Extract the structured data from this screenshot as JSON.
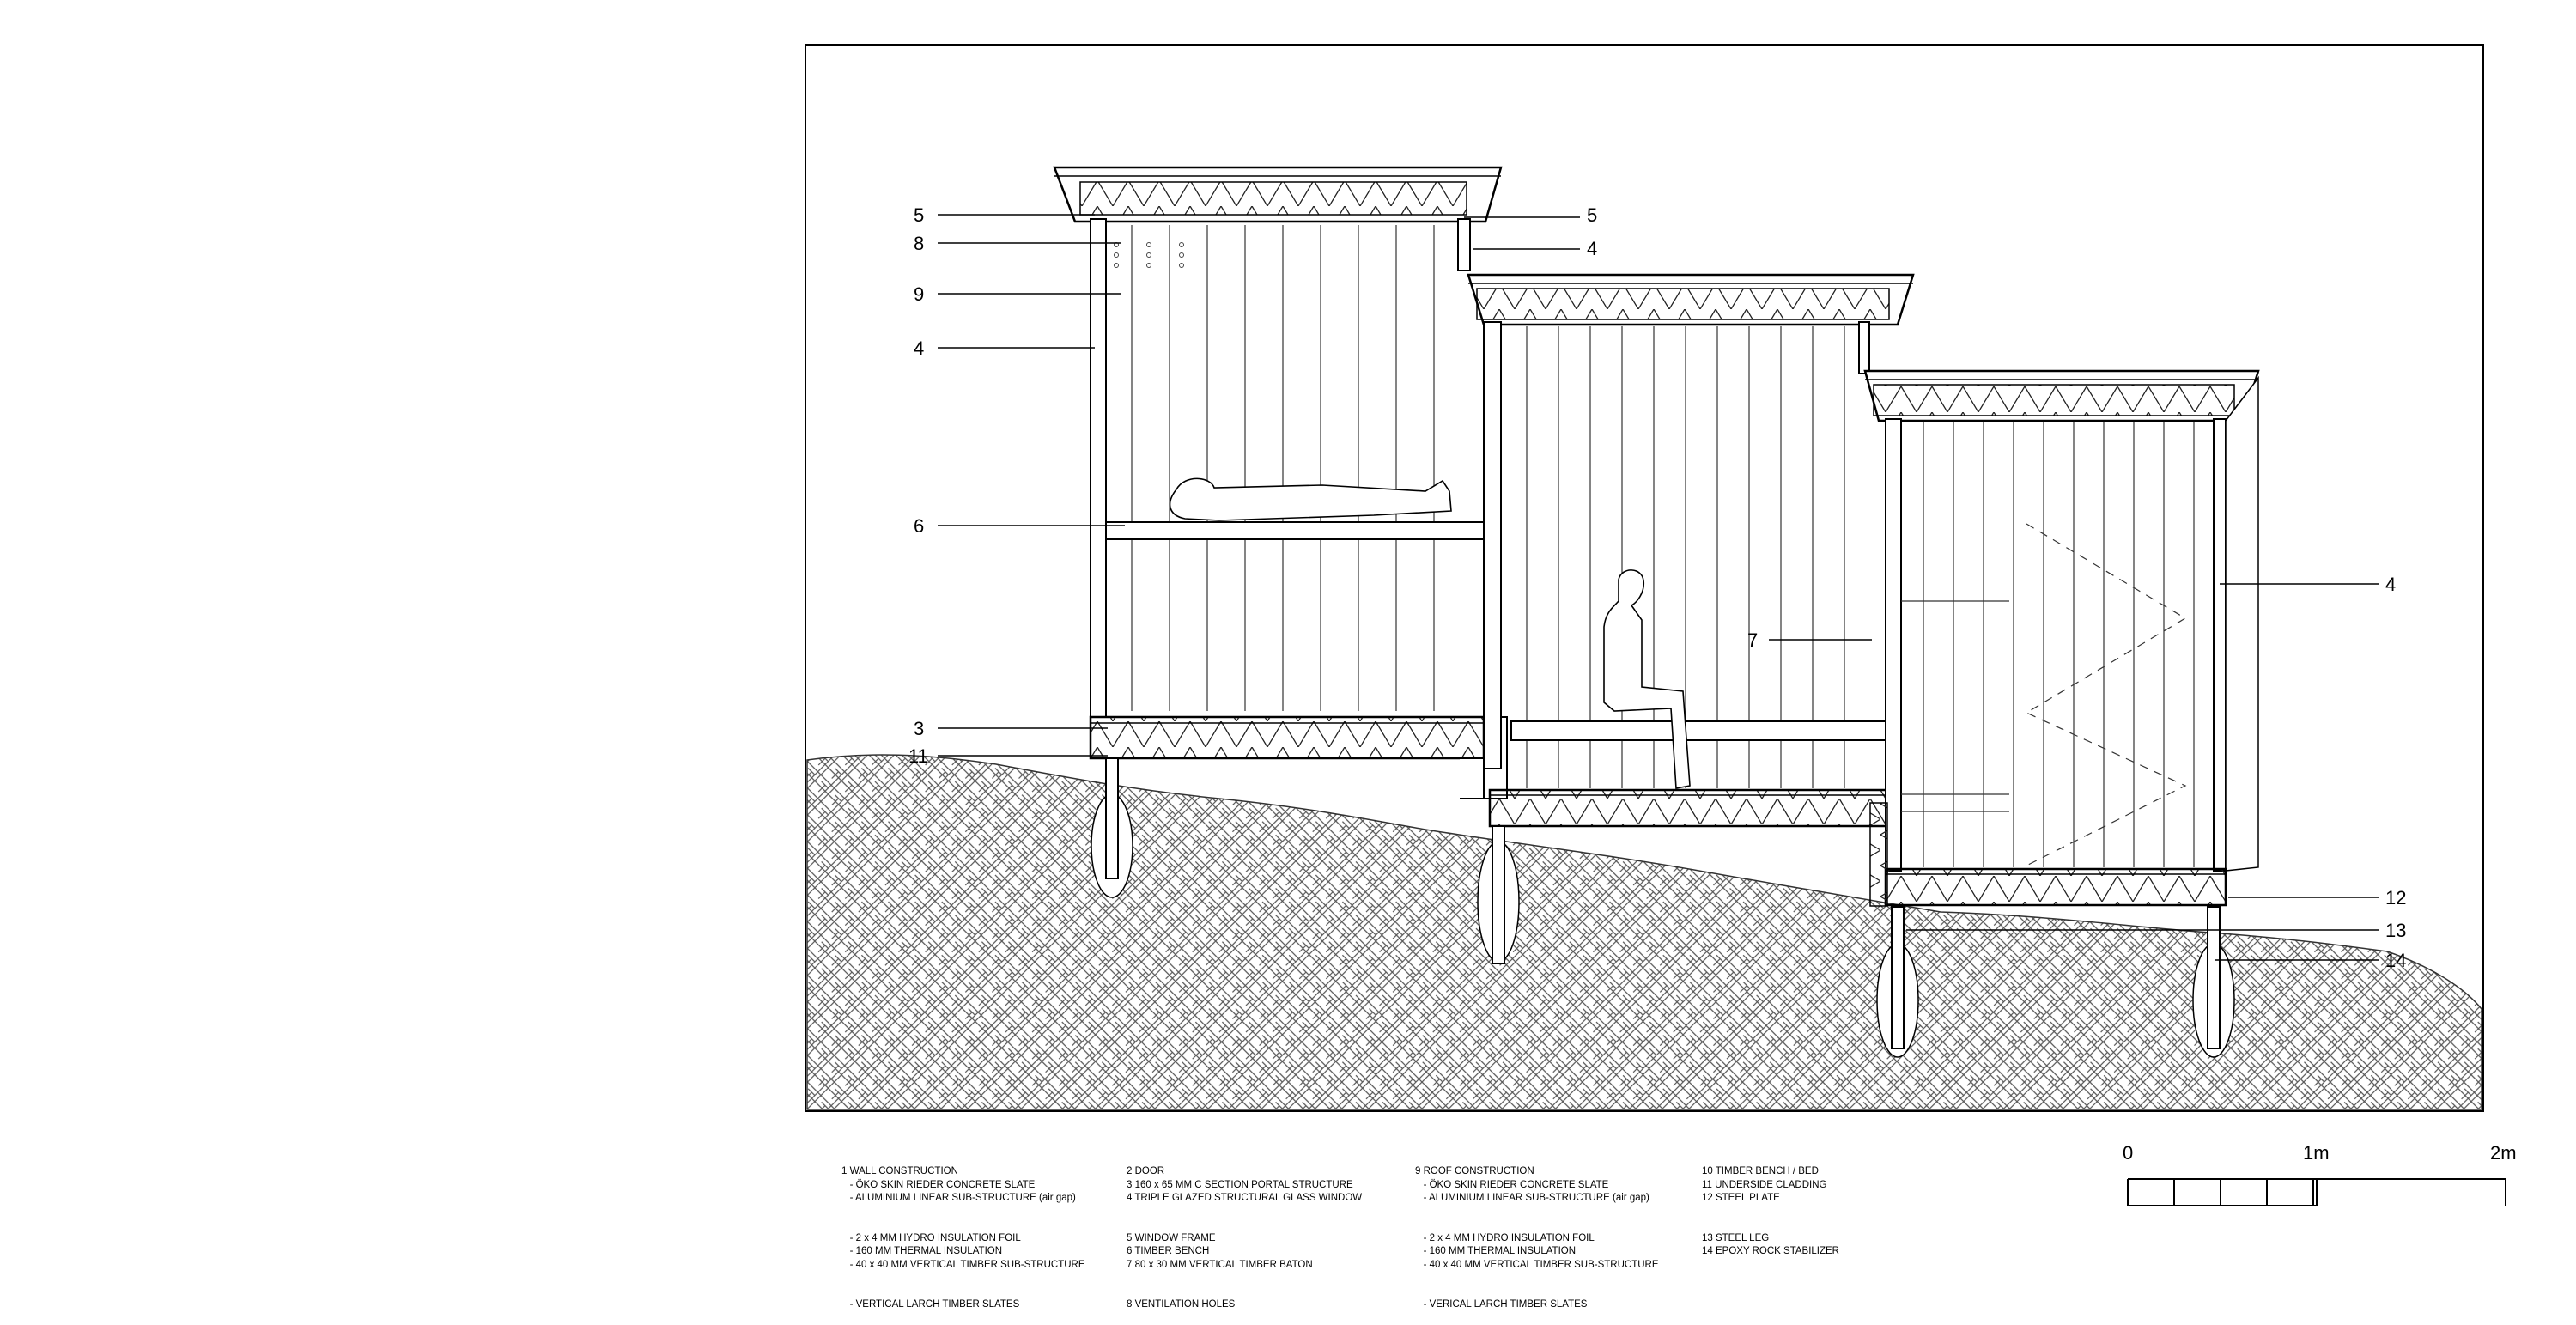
{
  "callouts": {
    "c5a": "5",
    "c8": "8",
    "c9": "9",
    "c4a": "4",
    "c6": "6",
    "c3": "3",
    "c11": "11",
    "c5b": "5",
    "c4b": "4",
    "c7": "7",
    "c4c": "4",
    "c12": "12",
    "c13": "13",
    "c14": "14"
  },
  "legend": {
    "col1": [
      "1 WALL CONSTRUCTION",
      "   - ÖKO SKIN RIEDER CONCRETE SLATE",
      "   - ALUMINIUM LINEAR SUB-STRUCTURE (air gap)",
      "   - 2 x 4 MM HYDRO INSULATION FOIL",
      "   - 160 MM THERMAL INSULATION",
      "   - 40 x 40 MM VERTICAL TIMBER SUB-STRUCTURE",
      "   - VERTICAL LARCH TIMBER SLATES"
    ],
    "col2": [
      "2 DOOR",
      "3 160 x 65 MM C SECTION PORTAL STRUCTURE",
      "4 TRIPLE GLAZED STRUCTURAL GLASS WINDOW",
      "5 WINDOW FRAME",
      "6 TIMBER BENCH",
      "7 80 x 30 MM VERTICAL TIMBER BATON",
      "8 VENTILATION HOLES"
    ],
    "col3": [
      "9 ROOF CONSTRUCTION",
      "   - ÖKO SKIN RIEDER CONCRETE SLATE",
      "   - ALUMINIUM LINEAR SUB-STRUCTURE (air gap)",
      "   - 2 x 4 MM HYDRO INSULATION FOIL",
      "   - 160 MM THERMAL INSULATION",
      "   - 40 x 40 MM VERTICAL TIMBER SUB-STRUCTURE",
      "   - VERICAL LARCH TIMBER SLATES"
    ],
    "col4": [
      "10 TIMBER BENCH / BED",
      "11 UNDERSIDE CLADDING",
      "12 STEEL PLATE",
      "13 STEEL LEG",
      "14 EPOXY ROCK STABILIZER"
    ]
  },
  "scale": {
    "zero": "0",
    "one": "1m",
    "two": "2m"
  }
}
